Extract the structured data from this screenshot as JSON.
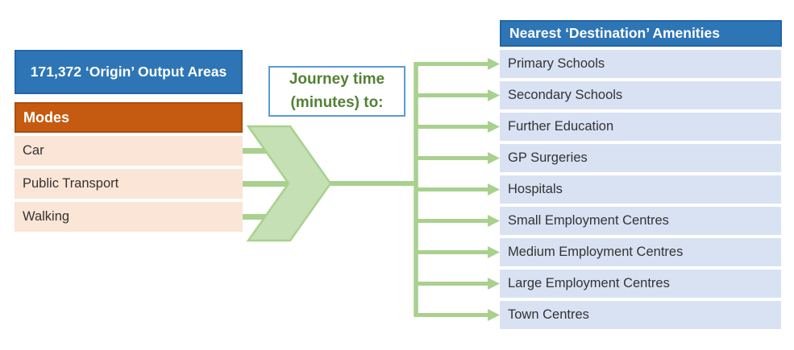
{
  "colors": {
    "header_blue": "#2E75B6",
    "header_blue_border": "#2264A7",
    "orange": "#C55A11",
    "orange_border": "#AC4E0D",
    "peach": "#FBE5D6",
    "light_blue_row": "#D9E2F3",
    "green_line": "#A9D18E",
    "chevron_fill": "#C5E0B4",
    "green_text": "#538135",
    "journey_border": "#5B9BD5",
    "dark_text": "#333333"
  },
  "origin_panel": {
    "title": "171,372 ‘Origin’ Output Areas",
    "modes_header": "Modes",
    "modes": [
      "Car",
      "Public Transport",
      "Walking"
    ]
  },
  "journey_label": "Journey time (minutes) to:",
  "destination_panel": {
    "title": "Nearest ‘Destination’ Amenities",
    "amenities": [
      "Primary Schools",
      "Secondary Schools",
      "Further Education",
      "GP Surgeries",
      "Hospitals",
      "Small Employment Centres",
      "Medium Employment Centres",
      "Large Employment Centres",
      "Town Centres"
    ]
  }
}
